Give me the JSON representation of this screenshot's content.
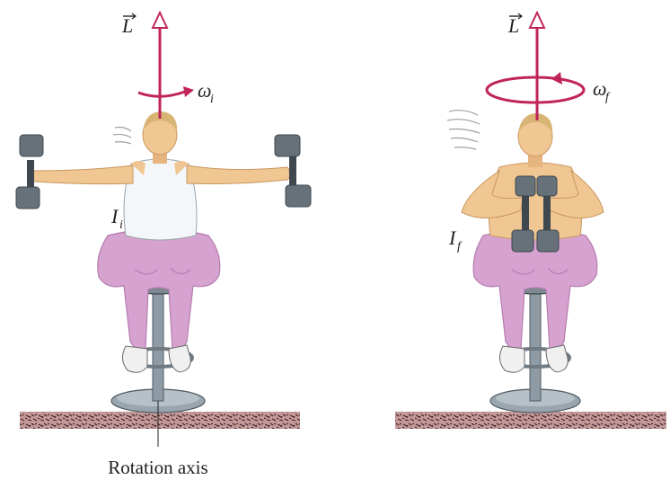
{
  "labels": {
    "L": "L",
    "omega": "ω",
    "omega_i_sub": "i",
    "omega_f_sub": "f",
    "inertia": "I",
    "inertia_i_sub": "i",
    "inertia_f_sub": "f",
    "rotation_axis": "Rotation axis"
  },
  "colors": {
    "axis_arrow": "#c0245a",
    "pants": "#d6a2d0",
    "pants_shadow": "#b57db0",
    "skin": "#f0c693",
    "skin_shadow": "#d9a56c",
    "hair": "#d8b574",
    "shirt": "#f4f7f9",
    "dumbbell": "#66717a",
    "dumbbell_dark": "#3f484f",
    "stool_metal": "#8e9aa4",
    "stool_dark": "#4f5a63",
    "floor_base": "#b88a8a",
    "floor_speckle": "#3f1f2a",
    "shoe": "#f0f0f0"
  }
}
